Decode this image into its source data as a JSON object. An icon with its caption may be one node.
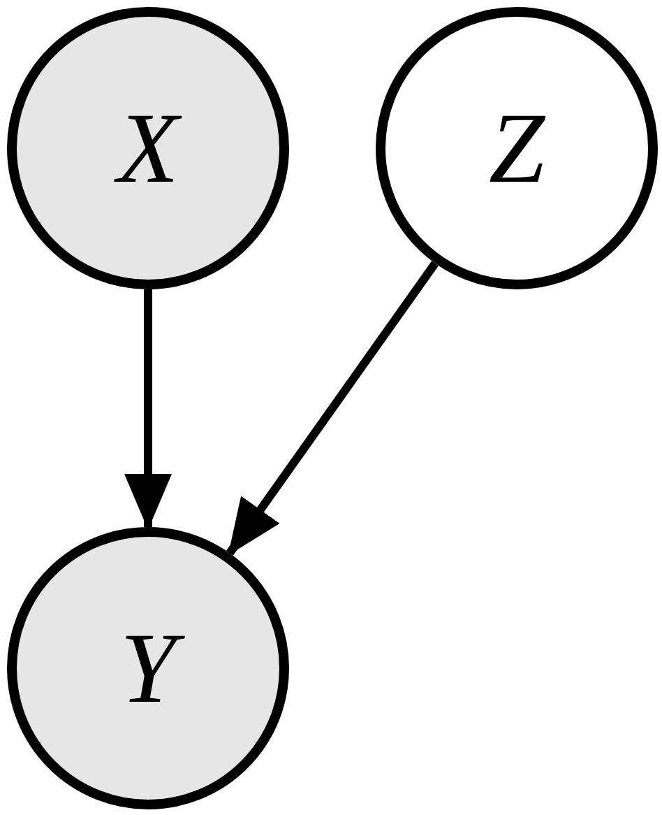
{
  "diagram": {
    "nodes": [
      {
        "text": [
          "X"
        ]
      },
      {
        "text": [
          "Z"
        ]
      },
      {
        "text": [
          "Y"
        ]
      }
    ],
    "edges": [
      {
        "from": 0,
        "to": 2,
        "arrow": "to"
      },
      {
        "from": 1,
        "to": 2,
        "arrow": "to"
      }
    ]
  }
}
